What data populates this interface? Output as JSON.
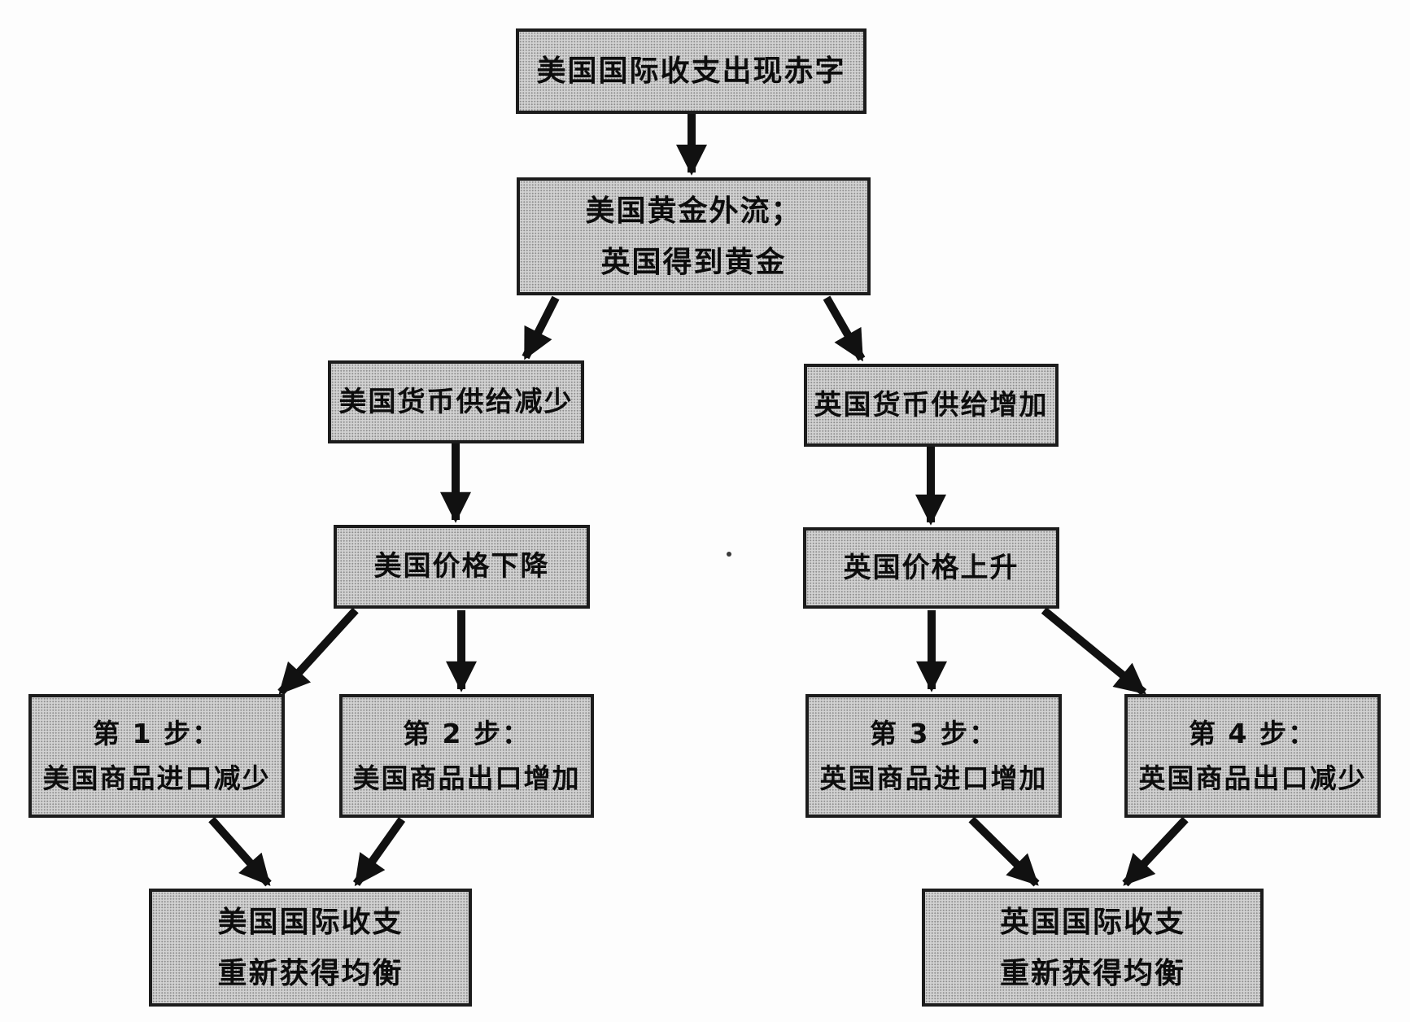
{
  "flowchart": {
    "nodes": {
      "us_deficit": {
        "text": "美国国际收支出现赤字"
      },
      "gold_flow": {
        "line1": "美国黄金外流；",
        "line2": "英国得到黄金"
      },
      "us_money": {
        "text": "美国货币供给减少"
      },
      "uk_money": {
        "text": "英国货币供给增加"
      },
      "us_price": {
        "text": "美国价格下降"
      },
      "uk_price": {
        "text": "英国价格上升"
      },
      "step1": {
        "line1": "第 1 步：",
        "line2": "美国商品进口减少"
      },
      "step2": {
        "line1": "第 2 步：",
        "line2": "美国商品出口增加"
      },
      "step3": {
        "line1": "第 3 步：",
        "line2": "英国商品进口增加"
      },
      "step4": {
        "line1": "第 4 步：",
        "line2": "英国商品出口减少"
      },
      "us_balance": {
        "line1": "美国国际收支",
        "line2": "重新获得均衡"
      },
      "uk_balance": {
        "line1": "英国国际收支",
        "line2": "重新获得均衡"
      }
    },
    "colors": {
      "box_fill": "#c8c8c8",
      "box_border": "#1c1c1c",
      "arrow": "#111111",
      "text": "#0d0d0d",
      "background": "#fdfdfd"
    }
  }
}
